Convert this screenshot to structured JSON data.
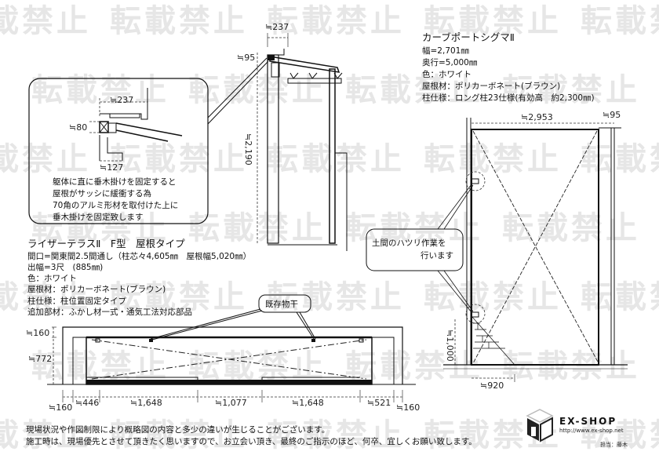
{
  "watermark": "転載禁止",
  "detail_callout": {
    "dims": {
      "width": "≒237",
      "height": "≒80",
      "depth": "≒127"
    },
    "note_lines": [
      "躯体に直に垂木掛けを固定すると",
      "屋根がサッシに緩衝する為",
      "70角のアルミ形材を取付けた上に",
      "垂木掛けを固定致します"
    ]
  },
  "side_view": {
    "dim_top": "≒237",
    "dim_left": "≒95",
    "dim_height": "≒2,190"
  },
  "terrace_spec": {
    "title": "ライザーテラスⅡ　F型　屋根タイプ",
    "lines": [
      "間口=関東間2.5間通し（柱芯々4,605㎜　屋根幅5,020㎜）",
      "出幅=3尺　(885㎜)",
      "色：ホワイト",
      "屋根材：ポリカーボネート(ブラウン)",
      "柱仕様：柱位置固定タイプ",
      "追加部材：ふかし材一式・通気工法対応部品"
    ]
  },
  "existing_dryer_label": "既存物干",
  "front_view": {
    "dim_top": "≒160",
    "dim_height": "≒772",
    "bottom_dims": [
      "≒160",
      "≒446",
      "≒1,648",
      "≒1,077",
      "≒1,648",
      "≒521",
      "≒160"
    ]
  },
  "carport_spec": {
    "title": "カーブポートシグマⅡ",
    "lines": [
      "幅=2,701㎜",
      "奥行=5,000㎜",
      "色：ホワイト",
      "屋根材：ポリカーボネート(ブラウン)",
      "柱仕様：ロング柱23仕様(有効高　約2,300㎜)"
    ]
  },
  "carport_plan": {
    "dim_width": "≒2,953",
    "dim_side": "≒95",
    "dim_height": "≒1,000",
    "dim_bottom": "≒920",
    "note_lines": [
      "土間のハツリ作業を",
      "行います"
    ]
  },
  "footer": {
    "lines": [
      "現場状況や作図制限により概略図の内容と多少の違いが生じることがございます。",
      "施工時は、現場優先とさせて頂きたく思いますので、お立会い頂き、最終のご指示のほど、何卒、宜しくお願い致します。"
    ],
    "logo": {
      "name": "EX-SHOP",
      "url": "http://www.ex-shop.net"
    },
    "staff": "担当：藤木"
  }
}
